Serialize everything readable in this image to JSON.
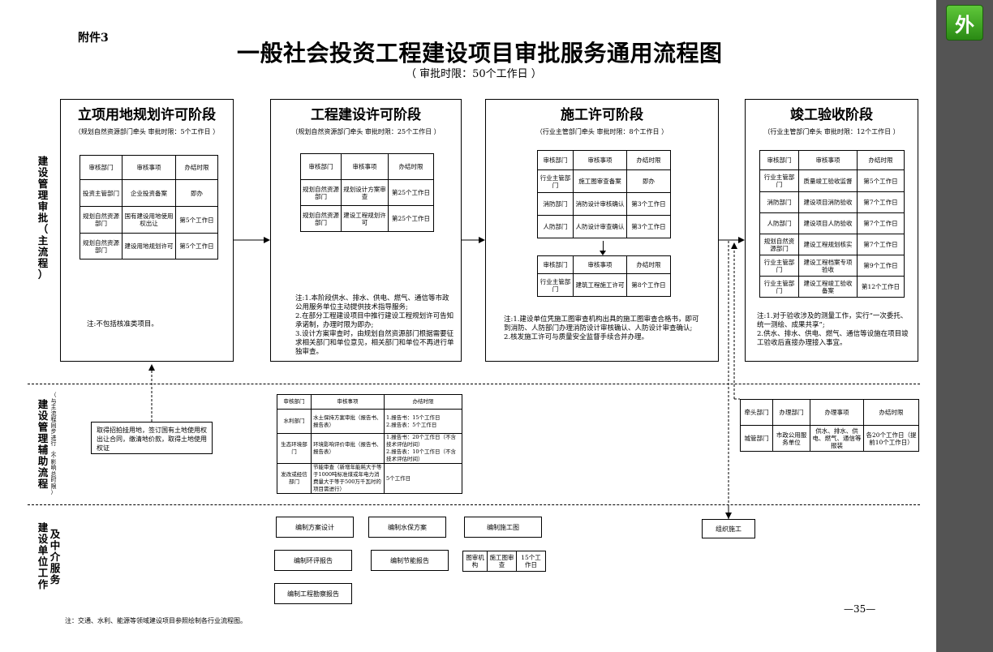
{
  "header": {
    "annex": "附件3",
    "title": "一般社会投资工程建设项目审批服务通用流程图",
    "subtitle": "（ 审批时限：50个工作日 ）",
    "side_badge": "外"
  },
  "row_labels": {
    "main": [
      "建",
      "设",
      "管",
      "理",
      "审",
      "批",
      "（",
      "主",
      "流",
      "程",
      "）"
    ],
    "aux": [
      "建",
      "设",
      "管",
      "理",
      "辅",
      "助",
      "流",
      "程"
    ],
    "aux_note": [
      "（",
      "与",
      "主",
      "流",
      "程",
      "同",
      "步",
      "进",
      "行",
      ",",
      "不",
      "影",
      "响",
      "总",
      "时",
      "限",
      "）"
    ],
    "unit_a": [
      "建",
      "设",
      "单",
      "位",
      "工",
      "作"
    ],
    "unit_b": [
      "及",
      "中",
      "介",
      "服",
      "务"
    ]
  },
  "stages": [
    {
      "title": "立项用地规划许可阶段",
      "sub": "（规划自然资源部门牵头 审批时限：5个工作日 ）",
      "head": [
        "审核部门",
        "审核事项",
        "办结时限"
      ],
      "rows": [
        [
          "投资主管部门",
          "企业投资备案",
          "即办"
        ],
        [
          "规划自然资源部门",
          "国有建设用地使用权出让",
          "第5个工作日"
        ],
        [
          "规划自然资源部门",
          "建设用地规划许可",
          "第5个工作日"
        ]
      ],
      "note": "注:不包括核准类项目。"
    },
    {
      "title": "工程建设许可阶段",
      "sub": "（规划自然资源部门牵头 审批时限：25个工作日 ）",
      "head": [
        "审核部门",
        "审核事项",
        "办结时限"
      ],
      "rows": [
        [
          "规划自然资源部门",
          "规划设计方案审查",
          "第25个工作日"
        ],
        [
          "规划自然资源部门",
          "建设工程规划许可",
          "第25个工作日"
        ]
      ],
      "note": "注:1.本阶段供水、排水、供电、燃气、通信等市政公用服务单位主动提供技术指导服务;\n2.在部分工程建设项目中推行建设工程规划许可告知承诺制，办理时限为即办;\n3.设计方案审查时，由规划自然资源部门根据需要征求相关部门和单位意见，相关部门和单位不再进行单独审查。"
    },
    {
      "title": "施工许可阶段",
      "sub": "（行业主管部门牵头 审批时限：8个工作日 ）",
      "head": [
        "审核部门",
        "审核事项",
        "办结时限"
      ],
      "rows": [
        [
          "行业主管部门",
          "施工图审查备案",
          "即办"
        ],
        [
          "消防部门",
          "消防设计审核确认",
          "第3个工作日"
        ],
        [
          "人防部门",
          "人防设计审查确认",
          "第3个工作日"
        ]
      ],
      "head2": [
        "审核部门",
        "审核事项",
        "办结时限"
      ],
      "rows2": [
        [
          "行业主管部门",
          "建筑工程施工许可",
          "第8个工作日"
        ]
      ],
      "note": "注:1.建设单位凭施工图审查机构出具的施工图审查合格书，即可到消防、人防部门办理消防设计审核确认、人防设计审查确认;\n2.核发施工许可与质量安全监督手续合并办理。"
    },
    {
      "title": "竣工验收阶段",
      "sub": "（行业主管部门牵头 审批时限：12个工作日 ）",
      "head": [
        "审核部门",
        "审核事项",
        "办结时限"
      ],
      "rows": [
        [
          "行业主管部门",
          "质量竣工验收监督",
          "第5个工作日"
        ],
        [
          "消防部门",
          "建设项目消防验收",
          "第7个工作日"
        ],
        [
          "人防部门",
          "建设项目人防验收",
          "第7个工作日"
        ],
        [
          "规划自然资源部门",
          "建设工程规划核实",
          "第7个工作日"
        ],
        [
          "行业主管部门",
          "建设工程档案专项验收",
          "第9个工作日"
        ],
        [
          "行业主管部门",
          "建设工程竣工验收备案",
          "第12个工作日"
        ]
      ],
      "note": "注:1.对于验收涉及的测量工作，实行“一次委托、统一测绘、成果共享”;\n2.供水、排水、供电、燃气、通信等设施在项目竣工验收后直接办理接入事宜。"
    }
  ],
  "aux": {
    "land_text": "取得招拍挂用地，签订国有土地使用权出让合同，缴清地价款，取得土地使用权证",
    "head": [
      "审核部门",
      "审核事项",
      "办结时限"
    ],
    "rows": [
      [
        "水利部门",
        "水土保持方案审批（报告书、报告表）",
        "1.报告书：15个工作日\n2.报告表：5个工作日"
      ],
      [
        "生态环境部门",
        "环境影响评价审批（报告书、报告表）",
        "1.报告书：20个工作日（不含技术评估时间）\n2.报告表：10个工作日（不含技术评估时间）"
      ],
      [
        "发改或经信部门",
        "节能审查（新增年能耗大于等于1000吨标准煤或年电力消费量大于等于500万千瓦时的项目需进行）",
        "5个工作日"
      ]
    ],
    "right_head": [
      "牵头部门",
      "办理部门",
      "办理事项",
      "办结时限"
    ],
    "right_row": [
      "城管部门",
      "市政公用服务单位",
      "供水、排水、供电、燃气、通信等报装",
      "各20个工作日（提前10个工作日）"
    ]
  },
  "unit_buttons": [
    "编制方案设计",
    "编制水保方案",
    "编制施工图",
    "编制环评报告",
    "编制节能报告",
    "编制工程勘察报告",
    "组织施工"
  ],
  "unit_table": [
    "图审机构",
    "施工图审查",
    "15个工作日"
  ],
  "footer": {
    "note": "注：交通、水利、能源等领域建设项目参照绘制各行业流程图。",
    "page": "—35—"
  }
}
